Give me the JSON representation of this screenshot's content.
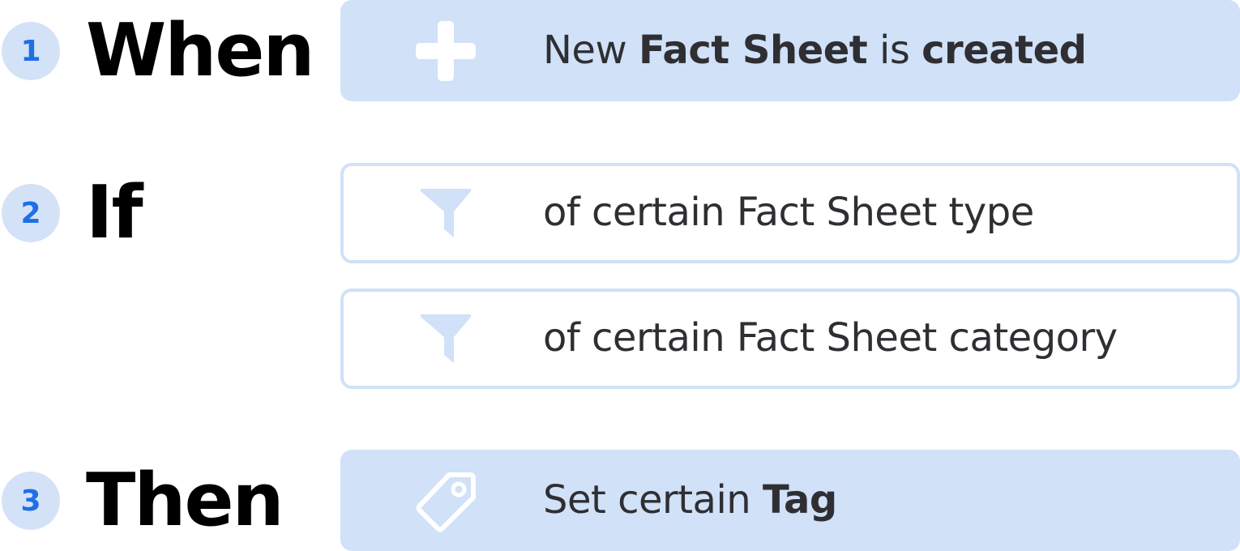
{
  "steps": [
    {
      "number": "1",
      "label": "When",
      "cards": [
        {
          "icon": "plus-icon",
          "parts": [
            "New ",
            "Fact Sheet",
            " is ",
            "created"
          ]
        }
      ]
    },
    {
      "number": "2",
      "label": "If",
      "cards": [
        {
          "icon": "filter-icon",
          "text": "of certain Fact Sheet type"
        },
        {
          "icon": "filter-icon",
          "text": "of certain Fact Sheet category"
        }
      ]
    },
    {
      "number": "3",
      "label": "Then",
      "cards": [
        {
          "icon": "tag-icon",
          "parts": [
            "Set certain ",
            "Tag"
          ]
        }
      ]
    }
  ],
  "colors": {
    "number_badge_bg": "#d4e2f8",
    "number_text": "#1f6fe6",
    "card_fill": "#d0e1f8",
    "card_border": "#d0e1f8",
    "icon_white": "#ffffff",
    "text": "#2f2f33"
  }
}
